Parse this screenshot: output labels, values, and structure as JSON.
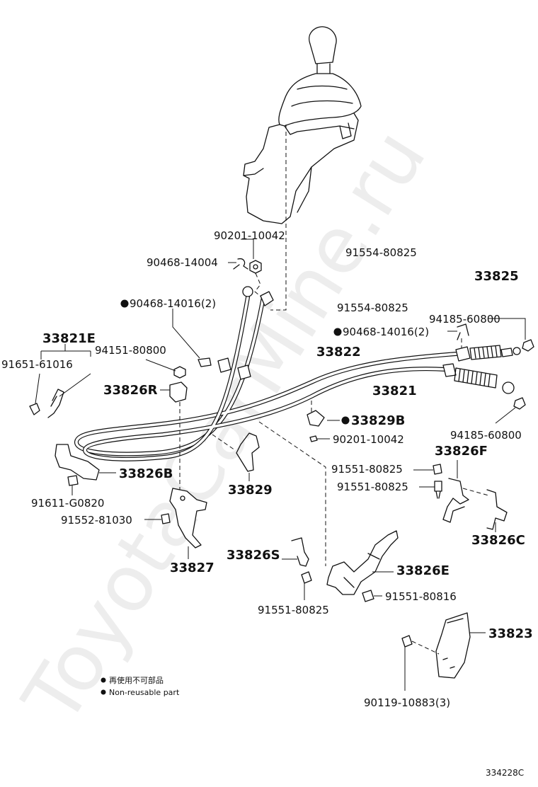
{
  "watermark": "ToyotaCarMine.ru",
  "figure_code": "334228C",
  "legend": {
    "japanese": "再使用不可部品",
    "english": "Non-reusable part"
  },
  "labels": {
    "p90201_top": "90201-10042",
    "p90468_14004": "90468-14004",
    "p91554_a": "91554-80825",
    "p33825": "33825",
    "p91554_b": "91554-80825",
    "p90468_14016_a": "90468-14016(2)",
    "p94185_a": "94185-60800",
    "p90468_14016_b": "90468-14016(2)",
    "p33821E": "33821E",
    "p94151": "94151-80800",
    "p91651": "91651-61016",
    "p33822": "33822",
    "p33821": "33821",
    "p33826R": "33826R",
    "p33829B": "33829B",
    "p90201_mid": "90201-10042",
    "p94185_b": "94185-60800",
    "p33826F": "33826F",
    "p91551_a": "91551-80825",
    "p91551_b": "91551-80825",
    "p33826B": "33826B",
    "p33829": "33829",
    "p91611": "91611-G0820",
    "p91552": "91552-81030",
    "p33826C": "33826C",
    "p33826S": "33826S",
    "p33826E": "33826E",
    "p33827": "33827",
    "p91551_c": "91551-80816",
    "p91551_d": "91551-80825",
    "p33823": "33823",
    "p90119": "90119-10883(3)"
  }
}
